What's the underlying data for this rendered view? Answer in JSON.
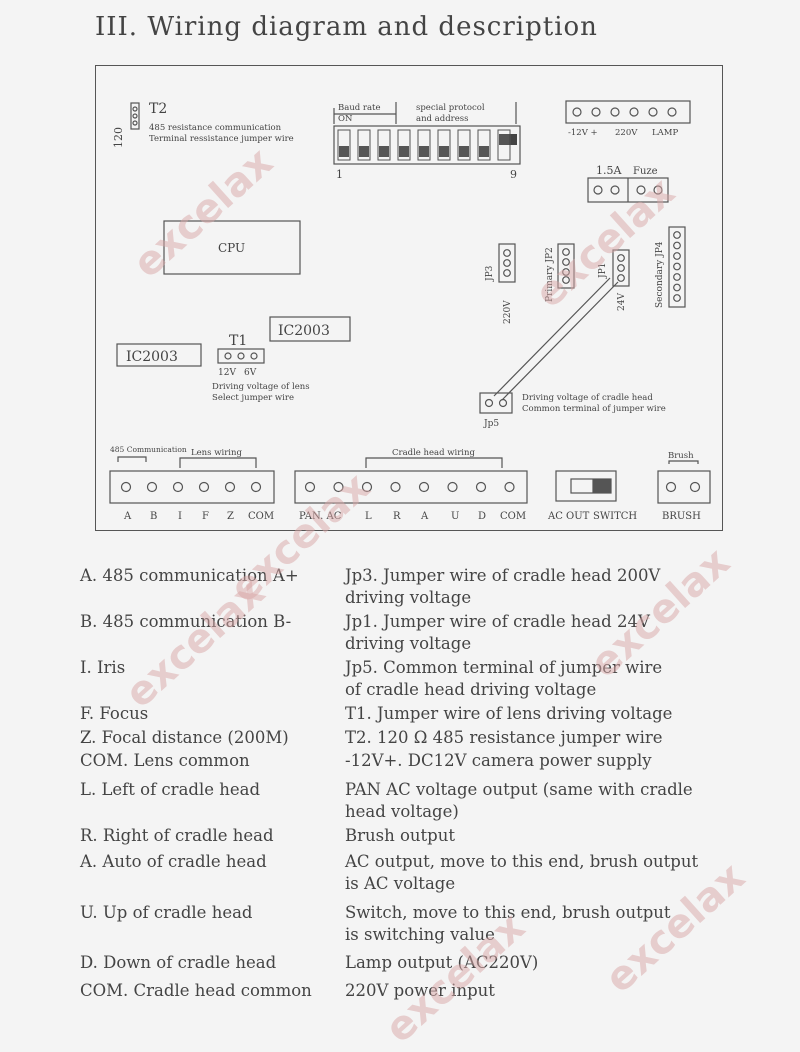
{
  "title": "III. Wiring diagram and description",
  "board": {
    "t2": {
      "num": "120",
      "label": "T2",
      "line1": "485 resistance communication",
      "line2": "Terminal ressistance jumper wire"
    },
    "dip": {
      "baud_rate": "Baud rate",
      "on": "ON",
      "special1": "special protocol",
      "special2": "and address",
      "start": "1",
      "end": "9"
    },
    "power_labels": [
      "-12V +",
      "220V",
      "LAMP"
    ],
    "fuse": {
      "value": "1.5A",
      "label": "Fuze"
    },
    "cpu": "CPU",
    "jp3": {
      "label": "JP3",
      "volt": "220V"
    },
    "primary_jp2": "Primary JP2",
    "jp1": {
      "label": "JP1",
      "volt": "24V"
    },
    "secondary_jp4": "Secondary JP4",
    "ic_left": "IC2003",
    "ic_right": "IC2003",
    "t1": {
      "label": "T1",
      "v12": "12V",
      "v6": "6V",
      "line1": "Driving voltage of lens",
      "line2": "Select jumper wire"
    },
    "jp5": {
      "label": "Jp5",
      "line1": "Driving voltage of cradle head",
      "line2": "Common terminal of jumper wire"
    },
    "group_labels": {
      "comm": "485 Communication",
      "lens": "Lens wiring",
      "cradle": "Cradle head wiring",
      "brush": "Brush"
    },
    "terminal_labels": [
      "A",
      "B",
      "I",
      "F",
      "Z",
      "COM",
      "PAN. AC",
      "L",
      "R",
      "A",
      "U",
      "D",
      "COM",
      "AC OUT",
      "SWITCH",
      "BRUSH"
    ]
  },
  "descriptions": [
    {
      "left": "A. 485 communication A+",
      "right": "Jp3. Jumper wire of cradle head 200V",
      "right2": "driving voltage"
    },
    {
      "left": "B. 485 communication B-",
      "right": "Jp1. Jumper wire of cradle head 24V",
      "right2": "driving voltage"
    },
    {
      "left": "I. Iris",
      "right": "Jp5. Common terminal of jumper wire",
      "right2": "of cradle head driving voltage"
    },
    {
      "left": "F. Focus",
      "right": "T1. Jumper wire of lens driving voltage",
      "right2": ""
    },
    {
      "left": "Z. Focal distance (200M)",
      "right": "T2. 120 Ω 485 resistance jumper wire",
      "right2": ""
    },
    {
      "left": "COM. Lens common",
      "right": "-12V+. DC12V camera power supply",
      "right2": ""
    },
    {
      "left": "L. Left of cradle head",
      "right": "PAN AC voltage output (same with cradle",
      "right2": "head voltage)"
    },
    {
      "left": "R. Right of cradle head",
      "right": "Brush output",
      "right2": ""
    },
    {
      "left": "A. Auto of cradle head",
      "right": "AC output, move to this end, brush output",
      "right2": "is AC voltage"
    },
    {
      "left": "U. Up of cradle head",
      "right": "Switch, move to this end, brush output",
      "right2": "is switching value"
    },
    {
      "left": "D. Down of cradle head",
      "right": "Lamp output (AC220V)",
      "right2": ""
    },
    {
      "left": "COM. Cradle head common",
      "right": "220V power input",
      "right2": ""
    }
  ],
  "watermark": "excelax"
}
